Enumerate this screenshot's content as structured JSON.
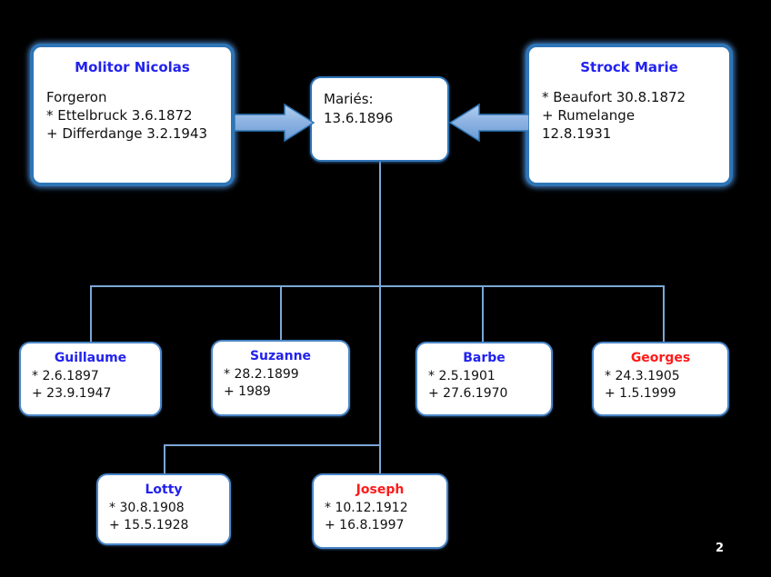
{
  "slide": {
    "page_number": "2",
    "background_color": "#000000",
    "accent_color": "#2e75b6",
    "name_color": "#2222ee",
    "name_color_highlight": "#ff1a1a",
    "connector_color": "#7ba7d7",
    "arrow_fill": "#8eb4e3"
  },
  "parents": [
    {
      "id": "father",
      "title": "Molitor Nicolas",
      "details": "Forgeron\n* Ettelbruck 3.6.1872\n+ Differdange 3.2.1943",
      "title_color": "#2222ee"
    },
    {
      "id": "mother",
      "title": "Strock Marie",
      "details": "* Beaufort 30.8.1872\n+ Rumelange\n        12.8.1931",
      "title_color": "#2222ee"
    }
  ],
  "union": {
    "id": "marriage",
    "label": "Mariés:",
    "date": "13.6.1896",
    "details": "Mariés:\n13.6.1896"
  },
  "arrows": [
    {
      "id": "arrow-father-to-union",
      "direction": "right"
    },
    {
      "id": "arrow-mother-to-union",
      "direction": "left"
    }
  ],
  "children": [
    {
      "id": "child-guillaume",
      "name": "Guillaume",
      "details": "* 2.6.1897\n+ 23.9.1947",
      "name_color": "#2222ee"
    },
    {
      "id": "child-suzanne",
      "name": "Suzanne",
      "details": "* 28.2.1899\n+ 1989",
      "name_color": "#2222ee"
    },
    {
      "id": "child-barbe",
      "name": "Barbe",
      "details": "* 2.5.1901\n+ 27.6.1970",
      "name_color": "#2222ee"
    },
    {
      "id": "child-georges",
      "name": "Georges",
      "details": "* 24.3.1905\n+ 1.5.1999",
      "name_color": "#ff1a1a"
    },
    {
      "id": "child-lotty",
      "name": "Lotty",
      "details": "* 30.8.1908\n+ 15.5.1928",
      "name_color": "#2222ee"
    },
    {
      "id": "child-joseph",
      "name": "Joseph",
      "details": "* 10.12.1912\n+ 16.8.1997",
      "name_color": "#ff1a1a"
    }
  ]
}
